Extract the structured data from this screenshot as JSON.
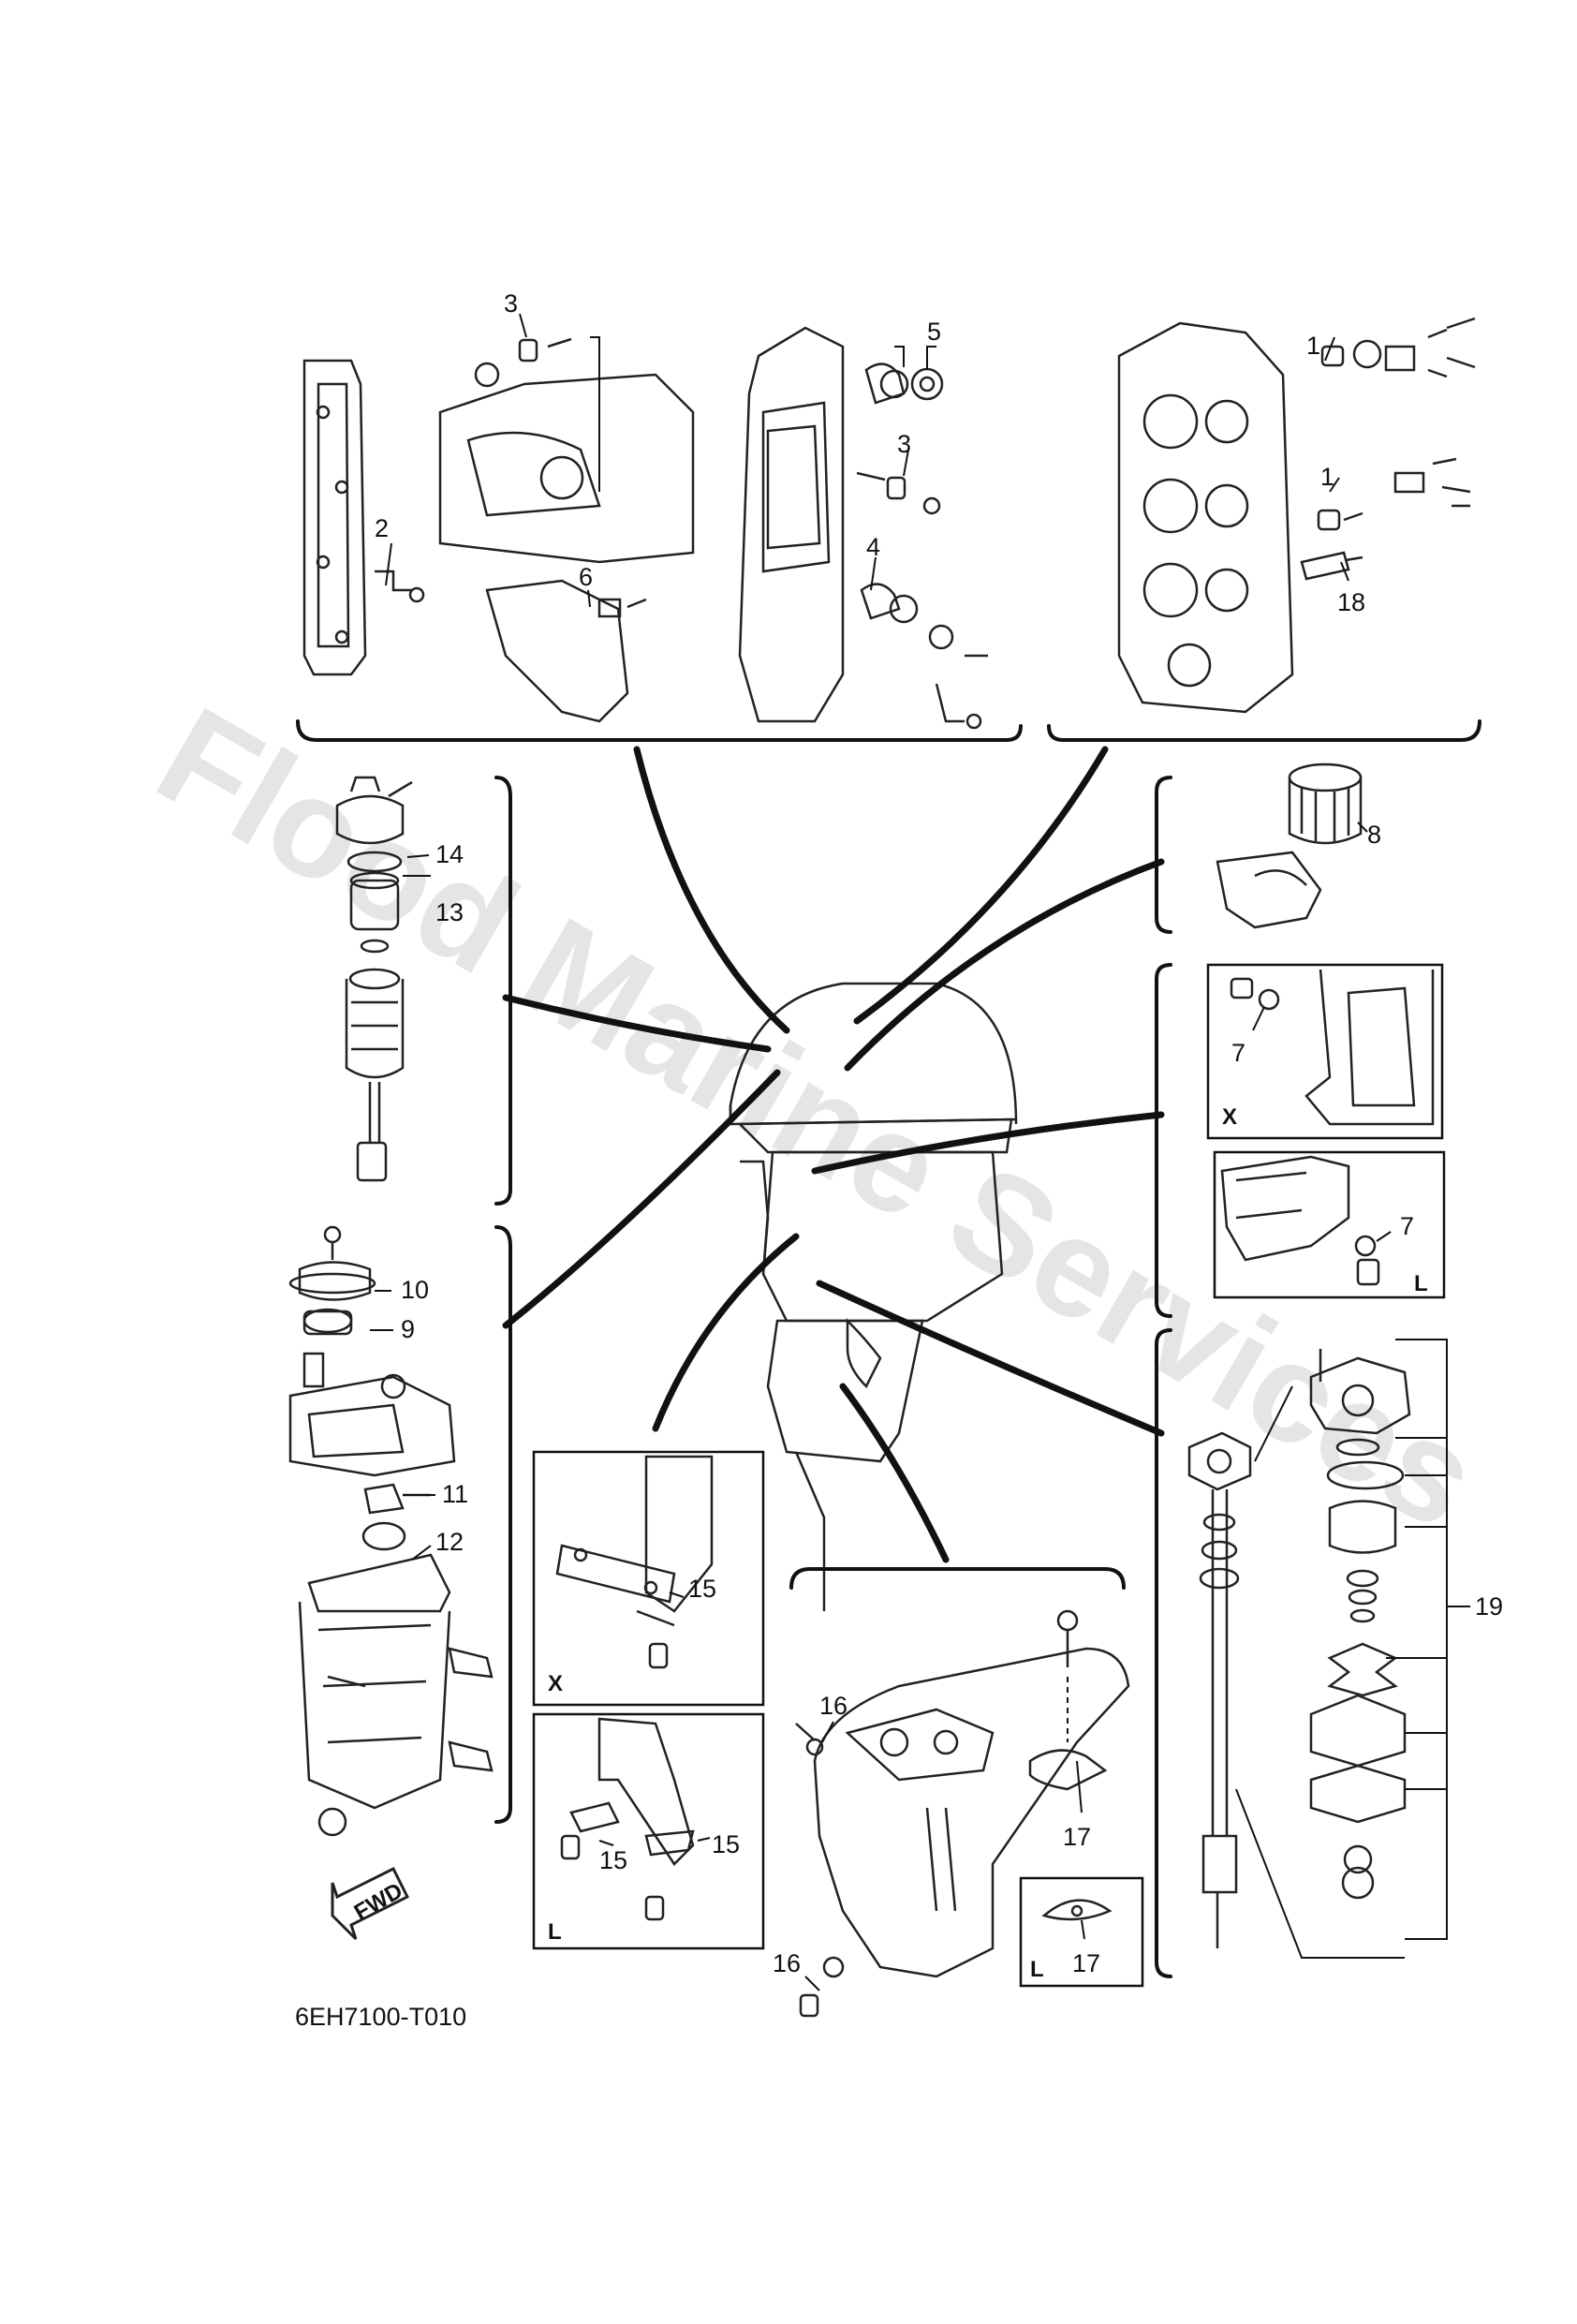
{
  "diagram_code": "6EH7100-T010",
  "fwd_label": "FWD",
  "watermark": "Flood Marine Services",
  "callouts": [
    {
      "id": "c1a",
      "text": "1"
    },
    {
      "id": "c1b",
      "text": "1"
    },
    {
      "id": "c2",
      "text": "2"
    },
    {
      "id": "c3a",
      "text": "3"
    },
    {
      "id": "c3b",
      "text": "3"
    },
    {
      "id": "c4",
      "text": "4"
    },
    {
      "id": "c5",
      "text": "5"
    },
    {
      "id": "c6",
      "text": "6"
    },
    {
      "id": "c7a",
      "text": "7"
    },
    {
      "id": "c7b",
      "text": "7"
    },
    {
      "id": "c8",
      "text": "8"
    },
    {
      "id": "c9",
      "text": "9"
    },
    {
      "id": "c10",
      "text": "10"
    },
    {
      "id": "c11",
      "text": "11"
    },
    {
      "id": "c12",
      "text": "12"
    },
    {
      "id": "c13",
      "text": "13"
    },
    {
      "id": "c14",
      "text": "14"
    },
    {
      "id": "c15a",
      "text": "15"
    },
    {
      "id": "c15b",
      "text": "15"
    },
    {
      "id": "c15c",
      "text": "15"
    },
    {
      "id": "c16a",
      "text": "16"
    },
    {
      "id": "c16b",
      "text": "16"
    },
    {
      "id": "c17a",
      "text": "17"
    },
    {
      "id": "c17b",
      "text": "17"
    },
    {
      "id": "c18",
      "text": "18"
    },
    {
      "id": "c19",
      "text": "19"
    }
  ],
  "variant_tags": {
    "x_exhaust": "X",
    "l_exhaust": "L",
    "x_anode": "X",
    "l_anode": "L",
    "l_lower": "L"
  }
}
